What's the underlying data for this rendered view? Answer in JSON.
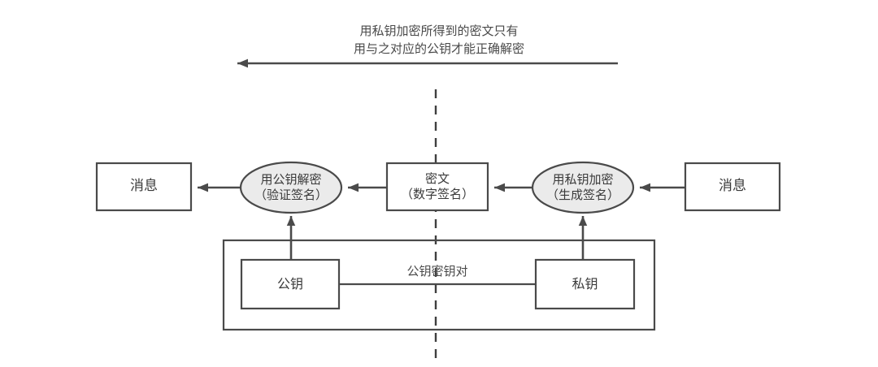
{
  "diagram": {
    "title_annotation": {
      "line1": "用私钥加密所得到的密文只有",
      "line2": "用与之对应的公钥才能正确解密"
    },
    "nodes": {
      "message_left": {
        "label": "消息",
        "shape": "rect"
      },
      "decrypt_public": {
        "line1": "用公钥解密",
        "line2": "（验证签名）",
        "shape": "ellipse"
      },
      "ciphertext": {
        "line1": "密文",
        "line2": "（数字签名）",
        "shape": "rect"
      },
      "encrypt_private": {
        "line1": "用私钥加密",
        "line2": "（生成签名）",
        "shape": "ellipse"
      },
      "message_right": {
        "label": "消息",
        "shape": "rect"
      },
      "public_key": {
        "label": "公钥",
        "shape": "rect"
      },
      "private_key": {
        "label": "私钥",
        "shape": "rect"
      }
    },
    "key_pair_group": {
      "label": "公钥密钥对"
    },
    "divider": {
      "style": "dashed-vertical"
    },
    "colors": {
      "stroke": "#4a4a4a",
      "ellipse_fill": "#ebebeb",
      "rect_fill": "#ffffff",
      "text": "#3a3a3a",
      "background": "#ffffff"
    }
  }
}
